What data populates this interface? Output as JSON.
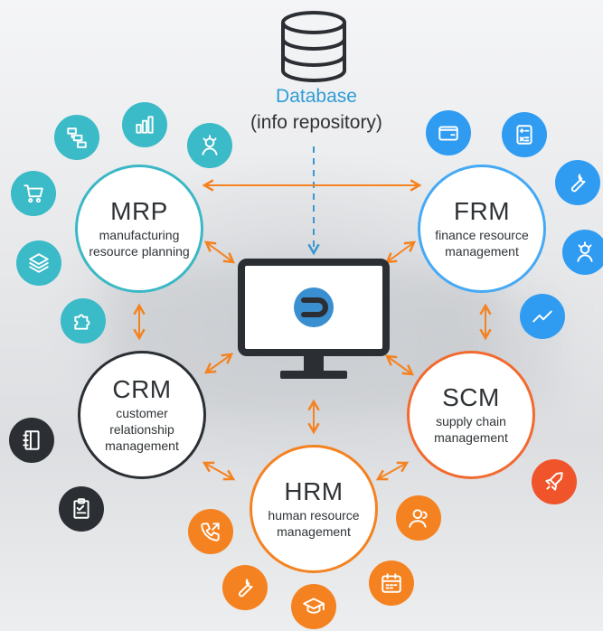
{
  "database": {
    "title": "Database",
    "subtitle": "(info repository)",
    "icon": "database-icon"
  },
  "center": {
    "icon": "monitor-icon",
    "logo": "brand-logo"
  },
  "modules": {
    "mrp": {
      "abbr": "MRP",
      "desc": "manufacturing resource planning",
      "color": "#3bb8c6"
    },
    "frm": {
      "abbr": "FRM",
      "desc": "finance resource management",
      "color": "#45a9f5"
    },
    "crm": {
      "abbr": "CRM",
      "desc": "customer relationship management",
      "color": "#2b2f33"
    },
    "scm": {
      "abbr": "SCM",
      "desc": "supply chain management",
      "color": "#f26a2f"
    },
    "hrm": {
      "abbr": "HRM",
      "desc": "human resource management",
      "color": "#f58220"
    }
  },
  "colors": {
    "arrow": "#f58220",
    "db_arrow": "#3a97cf",
    "teal": "#3bbac8",
    "blue": "#2f9cf2",
    "dark": "#2b2f33",
    "orange": "#f58220",
    "red": "#f0542a"
  },
  "icons": {
    "mrp": [
      "flowchart-icon",
      "bar-chart-icon",
      "gear-person-icon",
      "cart-icon",
      "layers-icon",
      "puzzle-icon"
    ],
    "frm": [
      "wallet-icon",
      "calculator-icon",
      "wrench-icon",
      "gear-person-icon",
      "trend-line-icon"
    ],
    "crm": [
      "notebook-icon",
      "clipboard-icon"
    ],
    "scm": [
      "rocket-icon"
    ],
    "hrm": [
      "phone-icon",
      "wrench-icon",
      "graduation-cap-icon",
      "calendar-icon",
      "person-icon"
    ]
  }
}
